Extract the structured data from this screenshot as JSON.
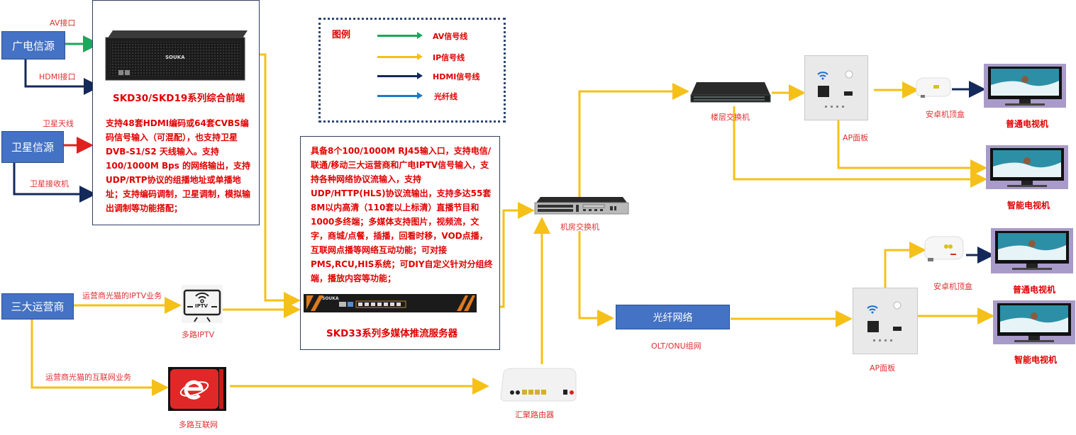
{
  "sources": {
    "broadcast": "广电信源",
    "satellite": "卫星信源",
    "carriers": "三大运营商"
  },
  "link_labels": {
    "av_port": "AV接口",
    "hdmi_port": "HDMI接口",
    "sat_antenna": "卫星天线",
    "sat_receiver": "卫星接收机",
    "carrier_iptv": "运营商光猫的IPTV业务",
    "carrier_internet": "运营商光猫的互联网业务",
    "olt_onu": "OLT/ONU组网"
  },
  "frontend": {
    "title": "SKD30/SKD19系列综合前端",
    "brand": "SOUKA",
    "description": "支持48套HDMI编码或64套CVBS编码信号输入（可混配），也支持卫星DVB-S1/S2 天线输入。支持100/1000M Bps 的网络输出，支持UDP/RTP协议的组播地址或单播地址；支持编码调制，卫星调制，模拟输出调制等功能搭配；"
  },
  "streaming_server": {
    "title": "SKD33系列多媒体推流服务器",
    "brand": "SOUKA",
    "description": "具备8个100/1000M RJ45输入口，支持电信/联通/移动三大运营商和广电IPTV信号输入，支持各种网络协议流输入，支持UDP/HTTP(HLS)协议流输出，支持多达55套8M以内高清（110套以上标清）直播节目和1000多终端；多媒体支持图片，视频流，文字，商城/点餐，插播，回看时移，VOD点播，互联网点播等网络互动功能；可对接PMS,RCU,HIS系统；可DIY自定义针对分组终端，播放内容等功能；"
  },
  "legend": {
    "title": "图例",
    "items": [
      {
        "label": "AV信号线",
        "color": "#1aa85a"
      },
      {
        "label": "IP信号线",
        "color": "#f5c018"
      },
      {
        "label": "HDMI信号线",
        "color": "#14285a"
      },
      {
        "label": "光纤线",
        "color": "#1c7bc4"
      }
    ]
  },
  "devices": {
    "multi_iptv": "多路IPTV",
    "iptv_icon_text": "IPTV",
    "multi_internet": "多路互联网",
    "core_switch": "机房交换机",
    "floor_switch": "楼层交换机",
    "fiber_network": "光纤网络",
    "router": "汇聚路由器",
    "ap_panel_1": "AP面板",
    "ap_panel_2": "AP面板",
    "stb_1": "安卓机顶盒",
    "stb_2": "安卓机顶盒",
    "tv_normal_1": "普通电视机",
    "tv_smart_1": "智能电视机",
    "tv_normal_2": "普通电视机",
    "tv_smart_2": "智能电视机"
  },
  "colors": {
    "av": "#1aa85a",
    "ip": "#f5c018",
    "hdmi": "#14285a",
    "sat": "#e02020",
    "fiber": "#1c7bc4",
    "source_box": "#4472c4"
  }
}
